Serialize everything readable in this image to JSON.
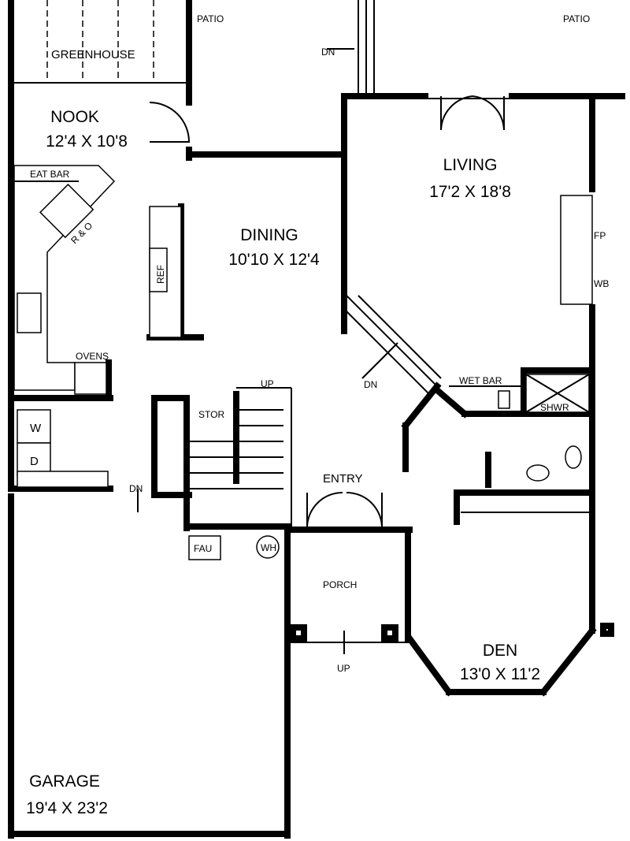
{
  "rooms": {
    "patio_left": "PATIO",
    "patio_right": "PATIO",
    "greenhouse": "GREENHOUSE",
    "nook": {
      "name": "NOOK",
      "size": "12'4 X 10'8"
    },
    "eat_bar": "EAT BAR",
    "range_oven": "R & O",
    "ref": "REF",
    "dining": {
      "name": "DINING",
      "size": "10'10 X 12'4"
    },
    "living": {
      "name": "LIVING",
      "size": "17'2 X 18'8"
    },
    "fp": "FP",
    "wb": "WB",
    "ovens": "OVENS",
    "wet_bar": "WET BAR",
    "shwr": "SHWR",
    "stor": "STOR",
    "washer": "W",
    "dryer": "D",
    "entry": "ENTRY",
    "fau": "FAU",
    "wh": "WH",
    "porch": "PORCH",
    "den": {
      "name": "DEN",
      "size": "13'0 X 11'2"
    },
    "garage": {
      "name": "GARAGE",
      "size": "19'4 X 23'2"
    }
  },
  "stairs": {
    "patio_dn": "DN",
    "living_dn": "DN",
    "main_up": "UP",
    "garage_dn": "DN",
    "porch_up": "UP"
  }
}
